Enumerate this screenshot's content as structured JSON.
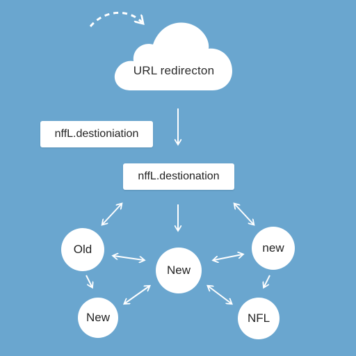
{
  "cloud": {
    "label": "URL redirecton"
  },
  "boxes": {
    "upper_left": "nffL.destioniation",
    "center": "nffL.destionation"
  },
  "nodes": {
    "top_left": "Old",
    "center": "New",
    "top_right": "new",
    "bottom_left": "New",
    "bottom_right": "NFL"
  },
  "colors": {
    "background": "#6aa6cf",
    "node_fill": "#ffffff",
    "stroke": "#ffffff"
  }
}
